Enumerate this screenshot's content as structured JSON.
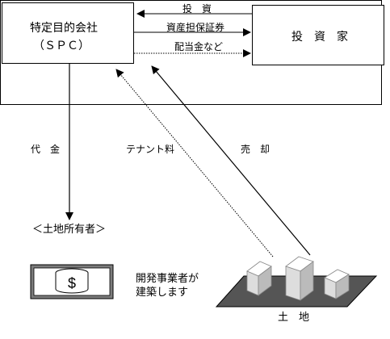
{
  "spc": {
    "title": "特定目的会社",
    "subtitle": "（ＳＰＣ）"
  },
  "investor": {
    "label": "投　資　家"
  },
  "flows": {
    "investment": "投　資",
    "asset_backed_securities": "資産担保証券",
    "dividends": "配当金など",
    "payment": "代　金",
    "tenant_fees": "テナント料",
    "sale": "売　却"
  },
  "land_owner": {
    "heading": "＜土地所有者＞",
    "developer_note_line1": "開発事業者が",
    "developer_note_line2": "建築します",
    "land_label": "土　地",
    "money_icon_symbol": "$"
  }
}
